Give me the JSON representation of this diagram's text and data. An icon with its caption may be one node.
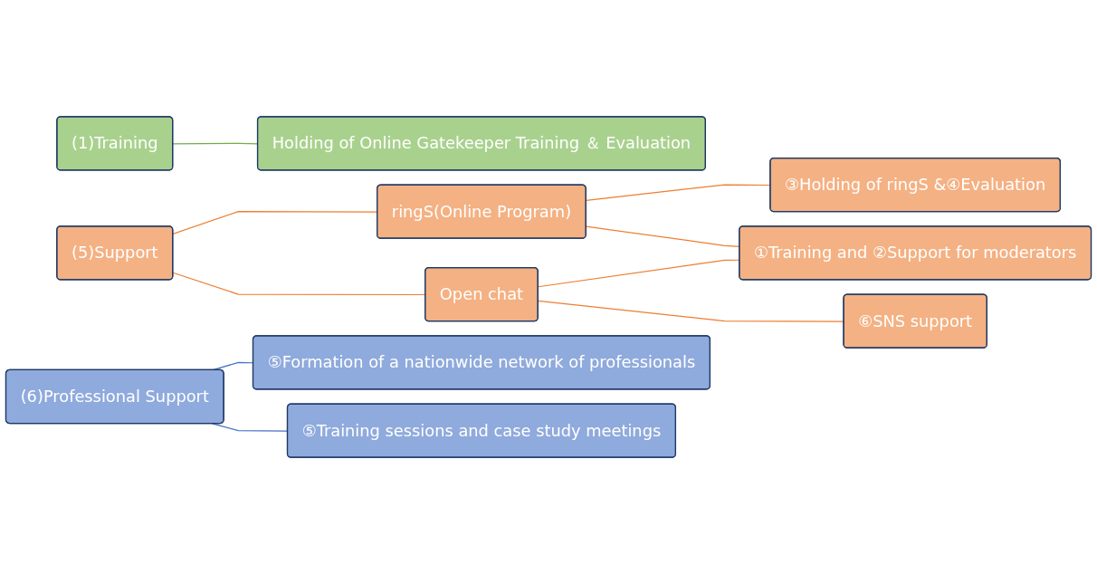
{
  "diagram": {
    "nodes": [
      {
        "text": [
          "(1)Training"
        ]
      },
      {
        "text": [
          "Holding of Online Gatekeeper Training ＆ Evaluation"
        ]
      },
      {
        "text": [
          "(5)Support"
        ]
      },
      {
        "text": [
          "ringS(Online Program)"
        ]
      },
      {
        "text": [
          "Open chat"
        ]
      },
      {
        "text": [
          "③Holding of ringS &④Evaluation"
        ]
      },
      {
        "text": [
          "①Training and ②Support for moderators"
        ]
      },
      {
        "text": [
          "⑥SNS support"
        ]
      },
      {
        "text": [
          "(6)Professional Support"
        ]
      },
      {
        "text": [
          "⑤Formation of a nationwide network of professionals"
        ]
      },
      {
        "text": [
          "⑤Training sessions and case study meetings"
        ]
      }
    ],
    "edges": [
      {
        "from": 0,
        "to": 1,
        "arrow": "none",
        "color": "#70ad47"
      },
      {
        "from": 2,
        "to": 3,
        "arrow": "none"
      },
      {
        "from": 2,
        "to": 4,
        "arrow": "none"
      },
      {
        "from": 3,
        "to": 5,
        "arrow": "none"
      },
      {
        "from": 3,
        "to": 6,
        "arrow": "none"
      },
      {
        "from": 4,
        "to": 6,
        "arrow": "none"
      },
      {
        "from": 4,
        "to": 7,
        "arrow": "none"
      },
      {
        "from": 8,
        "to": 9,
        "arrow": "none",
        "color": "#4472c4"
      },
      {
        "from": 8,
        "to": 10,
        "arrow": "none",
        "color": "#4472c4"
      }
    ]
  }
}
